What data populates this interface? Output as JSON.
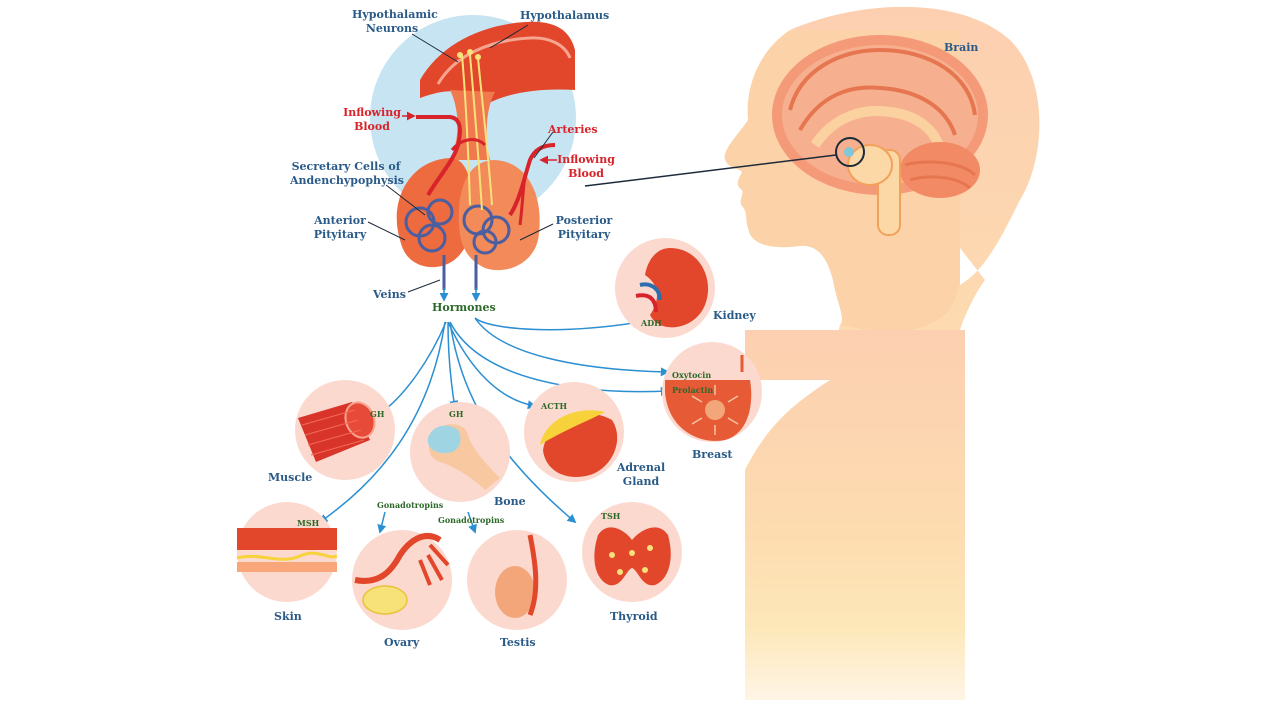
{
  "labels": {
    "hypothalamic_neurons": "Hypothalamic\nNeurons",
    "hypothalamus": "Hypothalamus",
    "inflowing_blood_left": "Inflowing\nBlood",
    "arteries": "Arteries",
    "inflowing_blood_right": "Inflowing\nBlood",
    "secretary_cells": "Secretary Cells of\nAndenchypophysis",
    "anterior_pituitary": "Anterior\nPityitary",
    "posterior_pituitary": "Posterior\nPityitary",
    "veins": "Veins",
    "brain": "Brain"
  },
  "hormones": {
    "hub": "Hormones",
    "adh": "ADH",
    "oxytocin": "Oxytocin",
    "prolactin": "Prolactin",
    "acth": "ACTH",
    "gh_muscle": "GH",
    "gh_bone": "GH",
    "msh": "MSH",
    "gonadotropins_ovary": "Gonadotropins",
    "gonadotropins_testis": "Gonadotropins",
    "tsh": "TSH"
  },
  "organs": {
    "kidney": "Kidney",
    "breast": "Breast",
    "adrenal_gland": "Adrenal\nGland",
    "muscle": "Muscle",
    "bone": "Bone",
    "skin": "Skin",
    "ovary": "Ovary",
    "testis": "Testis",
    "thyroid": "Thyroid"
  },
  "colors": {
    "label_blue": "#2a5a88",
    "label_red": "#d8232a",
    "hormone_green": "#2d6a2a",
    "arrow_blue": "#2b8fd1",
    "organ_circle": "#fbd9cf",
    "silhouette": "#fcd2a8",
    "pituitary_bg": "#c7e4f2"
  }
}
